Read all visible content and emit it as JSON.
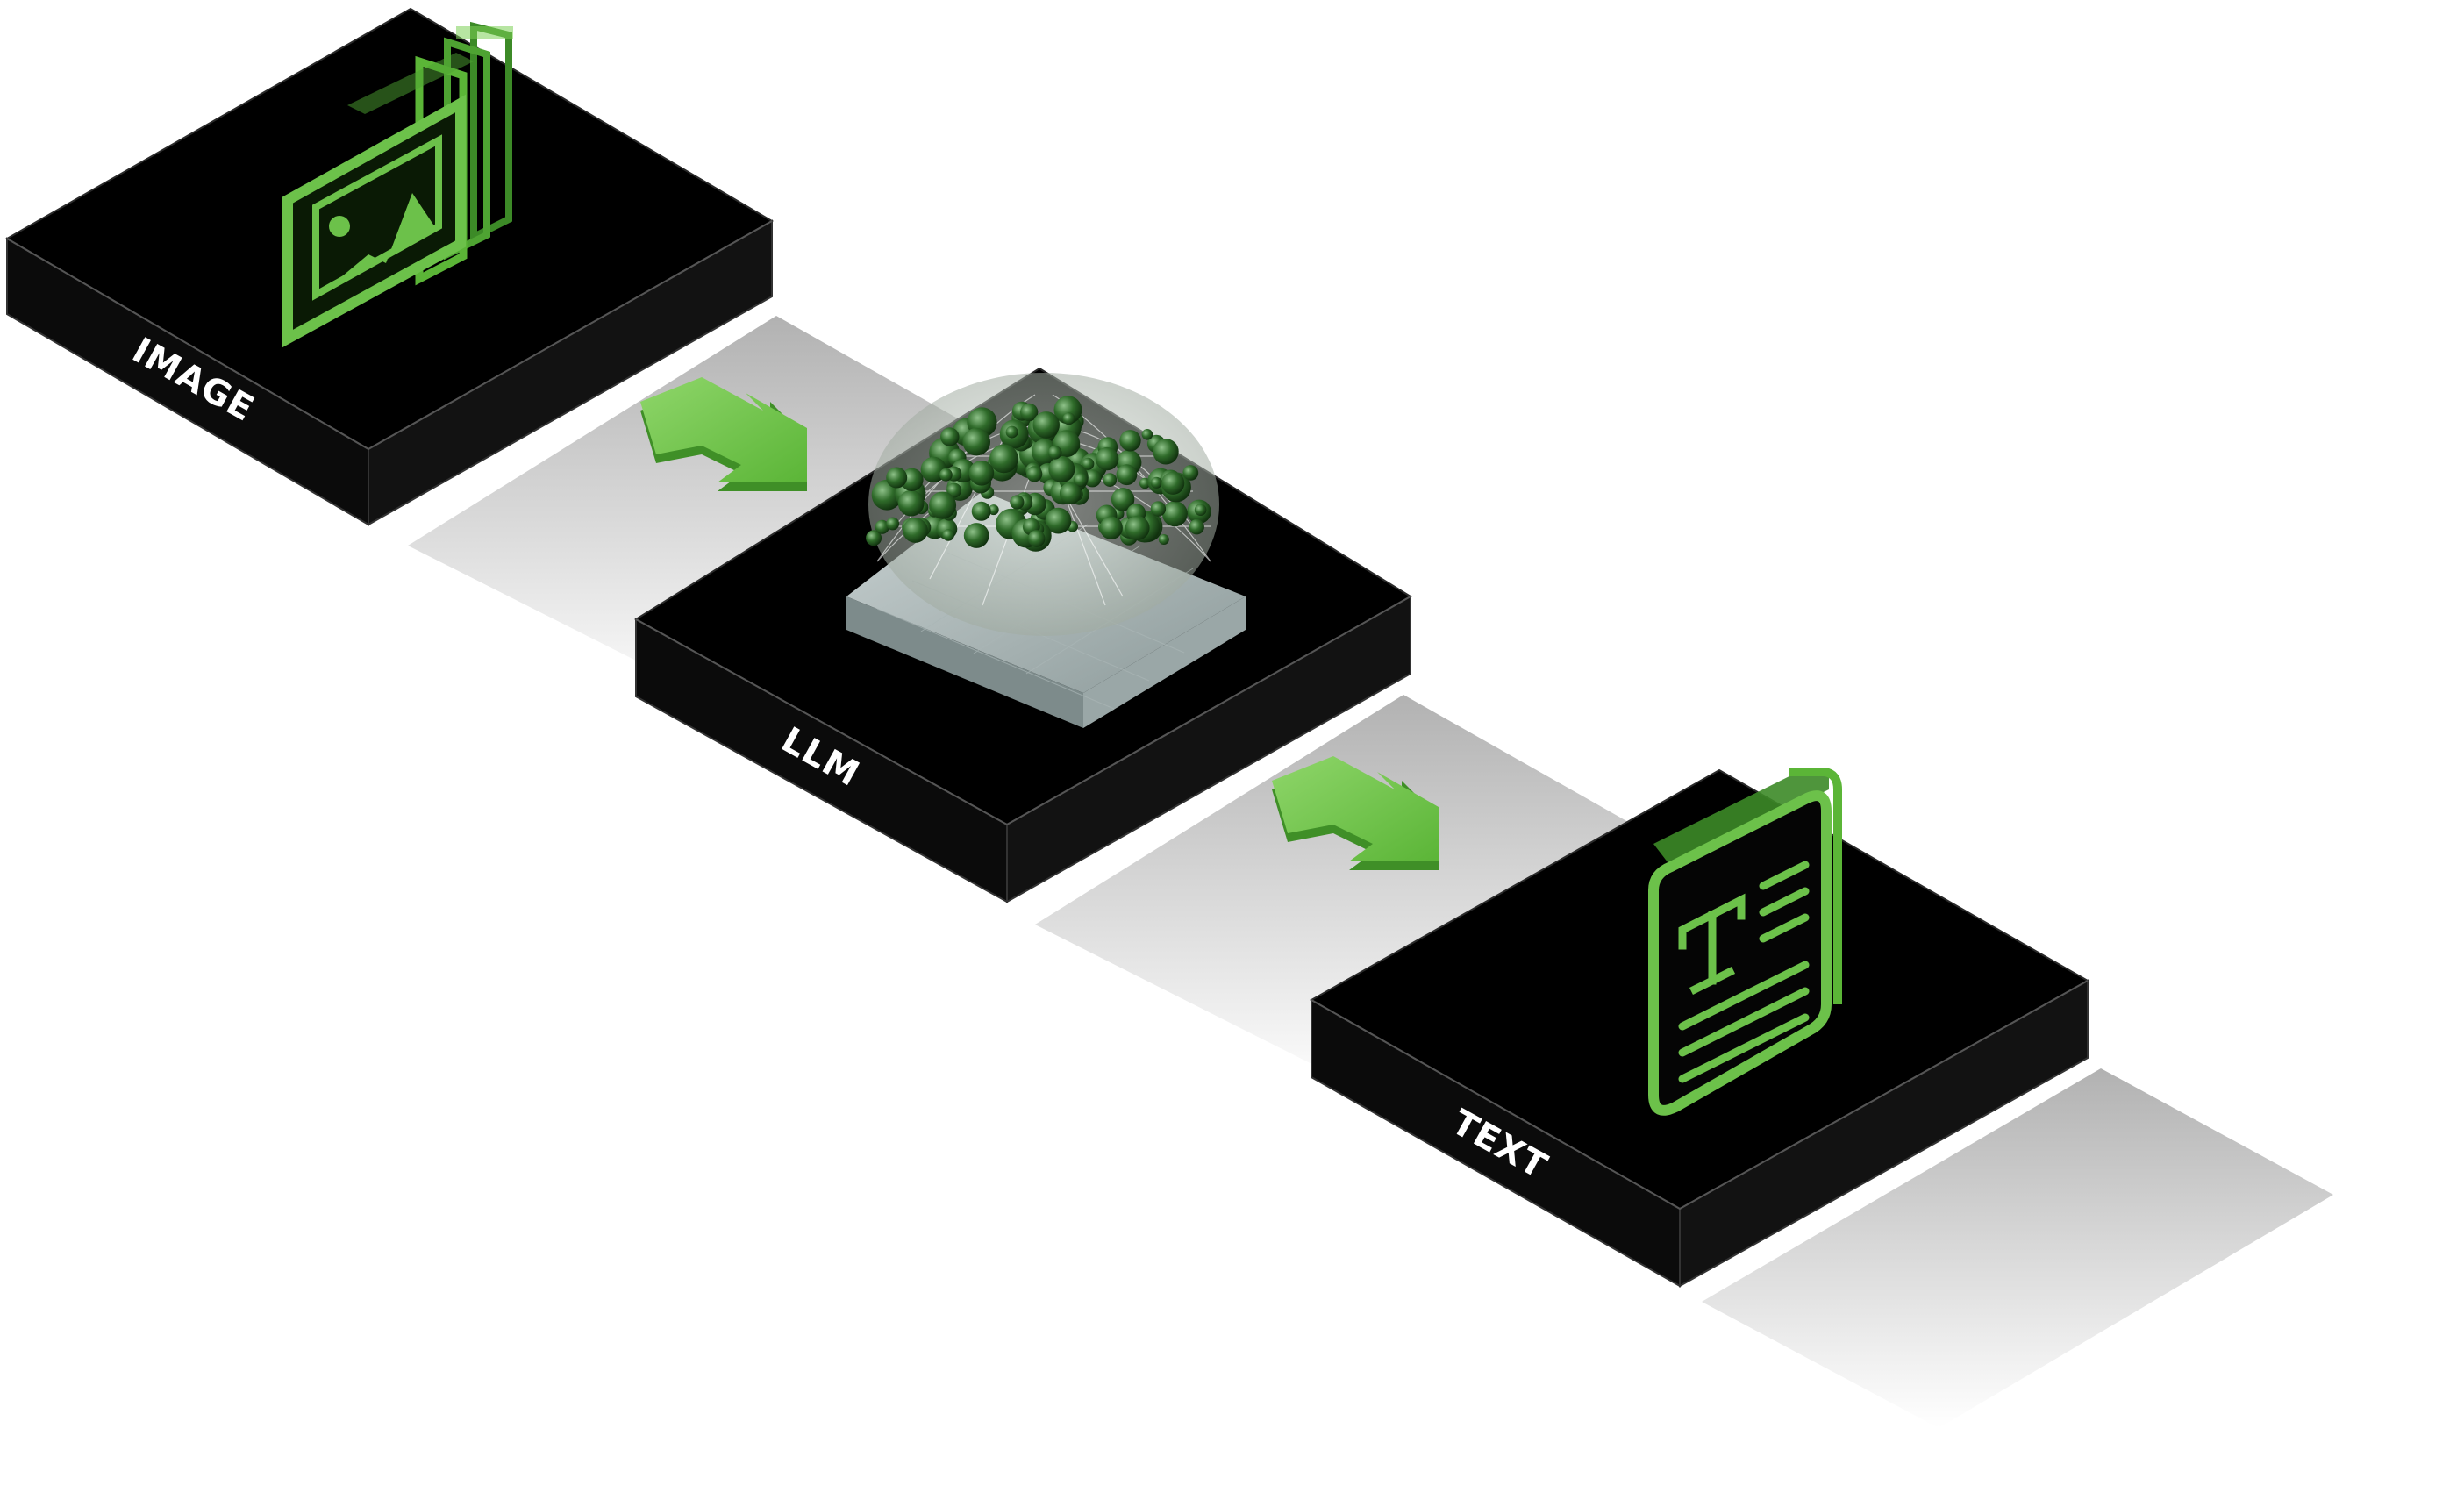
{
  "diagram": {
    "steps": [
      {
        "id": "image",
        "label": "IMAGE",
        "icon": "image-stack-icon"
      },
      {
        "id": "llm",
        "label": "LLM",
        "icon": "neural-network-sphere-icon"
      },
      {
        "id": "text",
        "label": "TEXT",
        "icon": "text-document-icon"
      }
    ],
    "arrows": [
      {
        "from": "image",
        "to": "llm",
        "icon": "arrow-right-icon"
      },
      {
        "from": "llm",
        "to": "text",
        "icon": "arrow-right-icon"
      }
    ],
    "colors": {
      "block_top": "#000000",
      "block_side_left": "#0b0b0b",
      "block_side_right": "#111111",
      "accent_green": "#6cc14a",
      "accent_green_dark": "#3c8a27",
      "node_green": "#2f6b2a",
      "shadow": "#bdbdbd"
    }
  }
}
